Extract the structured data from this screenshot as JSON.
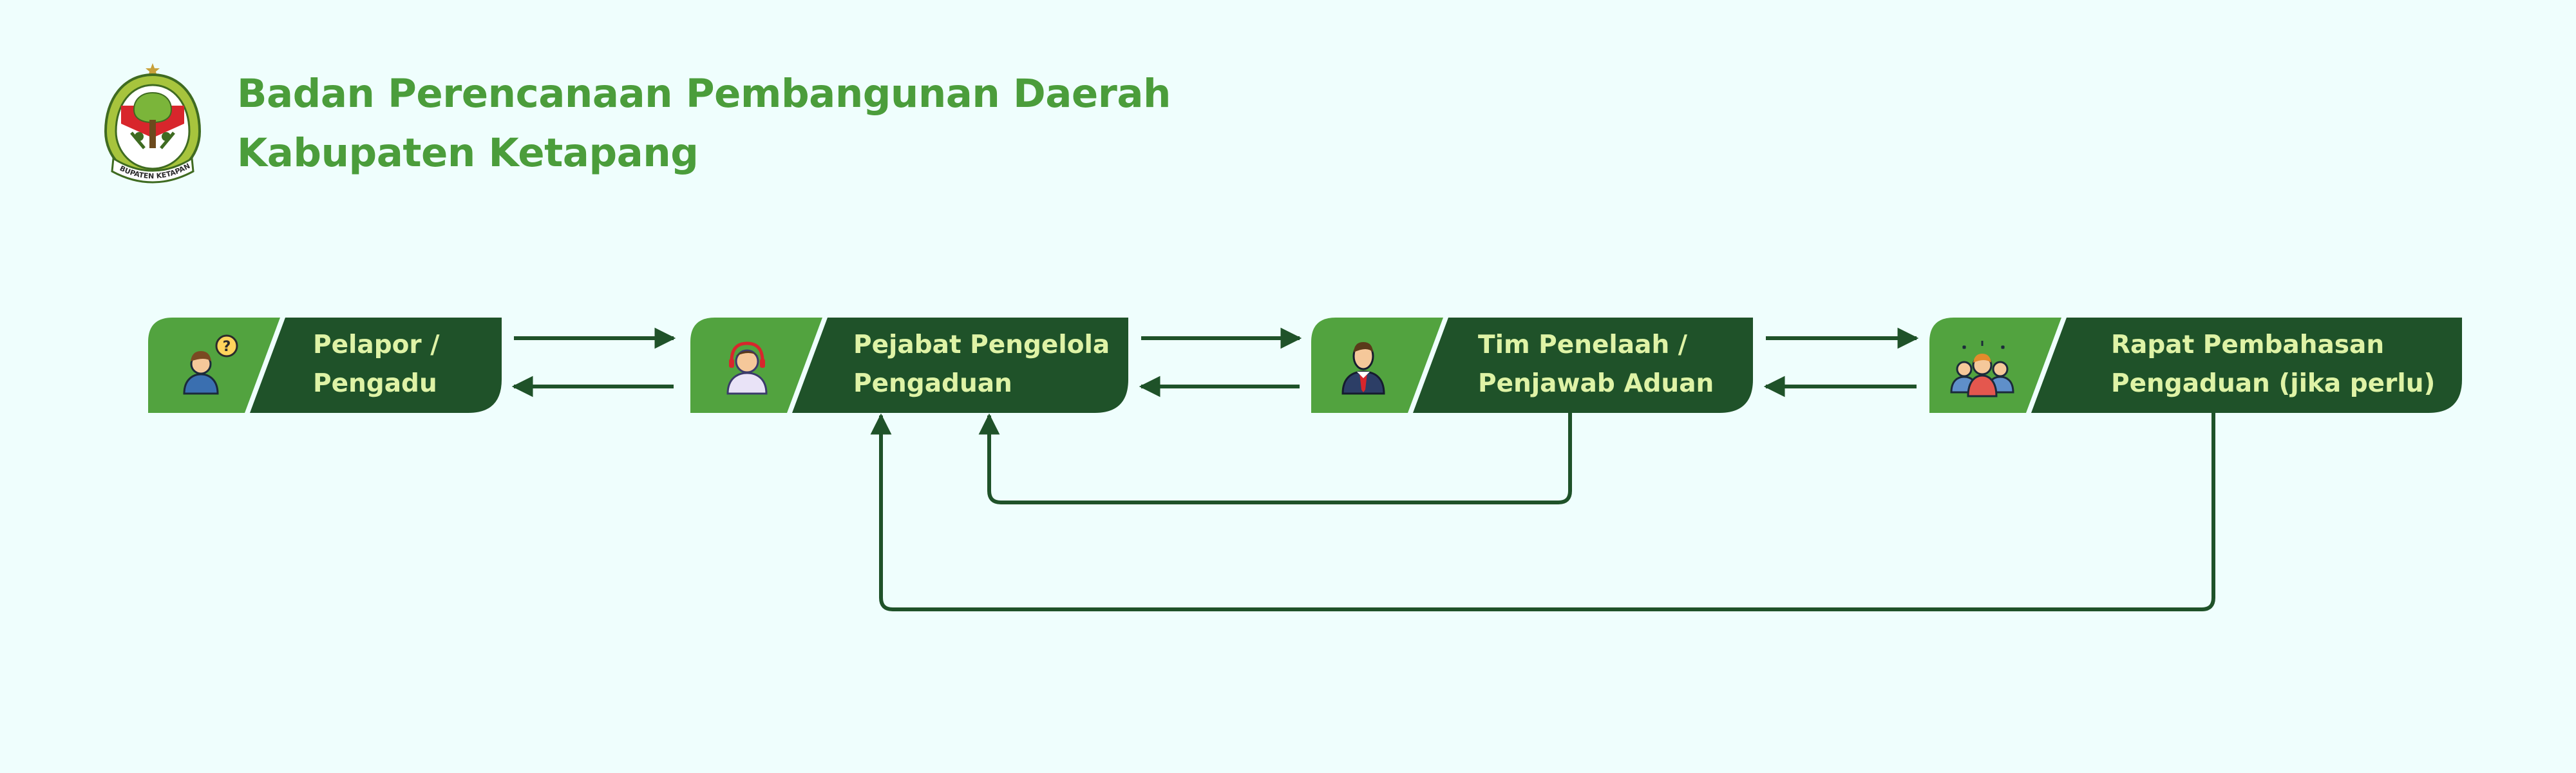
{
  "header": {
    "org_name_line1": "Badan Perencanaan Pembangunan Daerah",
    "org_name_line2": "Kabupaten Ketapang",
    "logo_ribbon_text": "KABUPATEN KETAPANG"
  },
  "colors": {
    "background": "#effefd",
    "title_green": "#4b9d3b",
    "icon_panel_green": "#52a33f",
    "label_panel_green": "#1f5229",
    "label_text": "#dff3a6",
    "connector": "#1f5229"
  },
  "flow": {
    "nodes": [
      {
        "id": "pelapor",
        "icon": "reporter-question-icon",
        "line1": "Pelapor /",
        "line2": "Pengadu"
      },
      {
        "id": "pejabat",
        "icon": "headset-operator-icon",
        "line1": "Pejabat Pengelola",
        "line2": "Pengaduan"
      },
      {
        "id": "tim",
        "icon": "officer-suit-icon",
        "line1": "Tim Penelaah /",
        "line2": "Penjawab Aduan"
      },
      {
        "id": "rapat",
        "icon": "meeting-group-icon",
        "line1": "Rapat Pembahasan",
        "line2": "Pengaduan (jika perlu)"
      }
    ],
    "connections": [
      {
        "from": "pelapor",
        "to": "pejabat",
        "kind": "bidirectional"
      },
      {
        "from": "pejabat",
        "to": "tim",
        "kind": "bidirectional"
      },
      {
        "from": "tim",
        "to": "rapat",
        "kind": "bidirectional"
      },
      {
        "from": "tim",
        "to": "pejabat",
        "kind": "feedback"
      },
      {
        "from": "rapat",
        "to": "pejabat",
        "kind": "feedback"
      }
    ]
  }
}
